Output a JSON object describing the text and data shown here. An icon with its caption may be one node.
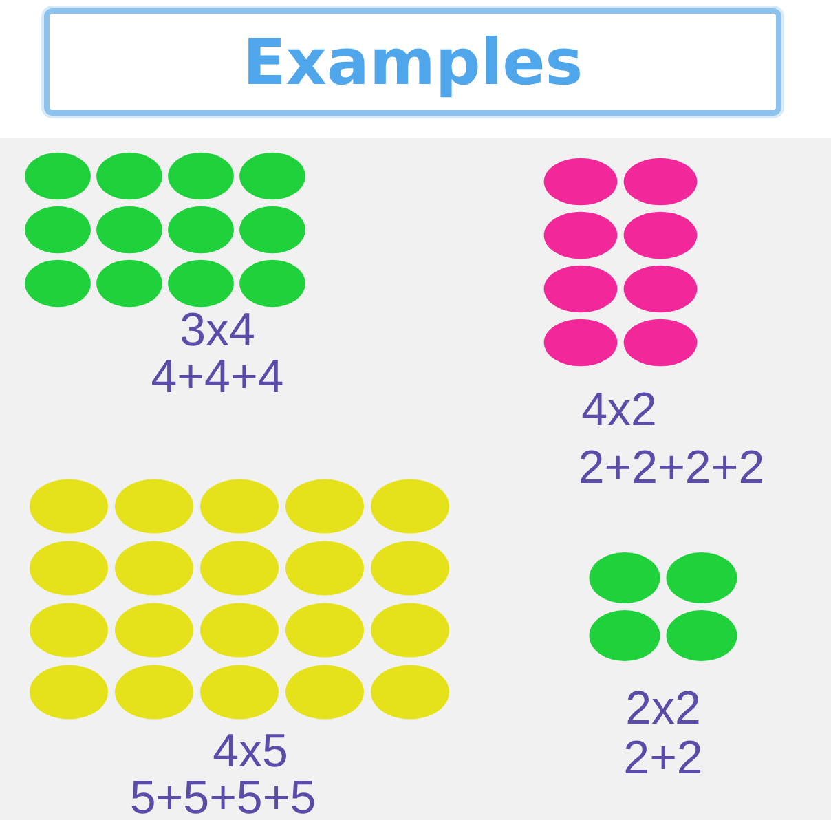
{
  "diagram": {
    "title": "Examples",
    "labels": [
      "3x4",
      "4+4+4",
      "4x2",
      "2+2+2+2",
      "4x5",
      "5+5+5+5",
      "2x2",
      "2+2"
    ]
  }
}
